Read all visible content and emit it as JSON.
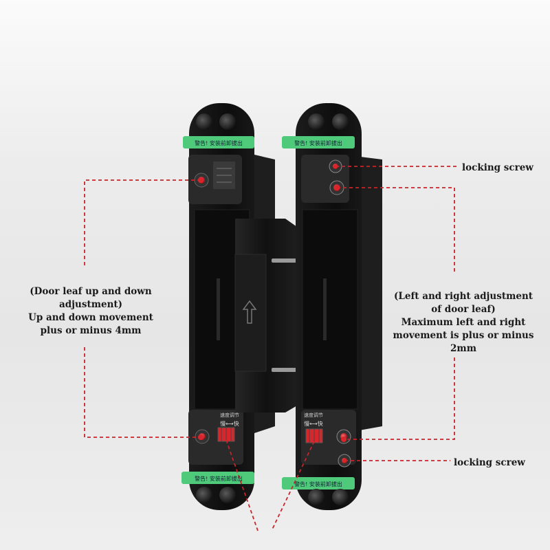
{
  "labels": {
    "left": {
      "line1": "(Door leaf up and down",
      "line2": "adjustment)",
      "line3": "Up and down movement",
      "line4": "plus or minus 4mm"
    },
    "right": {
      "line1": "(Left and right adjustment",
      "line2": "of door leaf)",
      "line3": "Maximum left and right",
      "line4": "movement is plus or minus",
      "line5": "2mm"
    },
    "locking_screw_top": "locking screw",
    "locking_screw_bottom": "locking screw"
  },
  "product_markings": {
    "tag_left_top": "警告! 安装前卸拔出",
    "tag_right_top": "警告! 安装前卸拔出",
    "tag_left_bottom": "警告! 安装前卸拔出",
    "tag_right_bottom": "警告! 安装前卸拔出",
    "speed_label_left": "速度调节",
    "speed_scale_left": "慢⟷快",
    "speed_label_right": "速度调节",
    "speed_scale_right": "慢⟷快"
  },
  "colors": {
    "hinge_body": "#151515",
    "annotation_line": "#c8242a",
    "tag_green": "#4fc97a",
    "screw_red": "#d9262c",
    "background": "#e8e8e8"
  }
}
